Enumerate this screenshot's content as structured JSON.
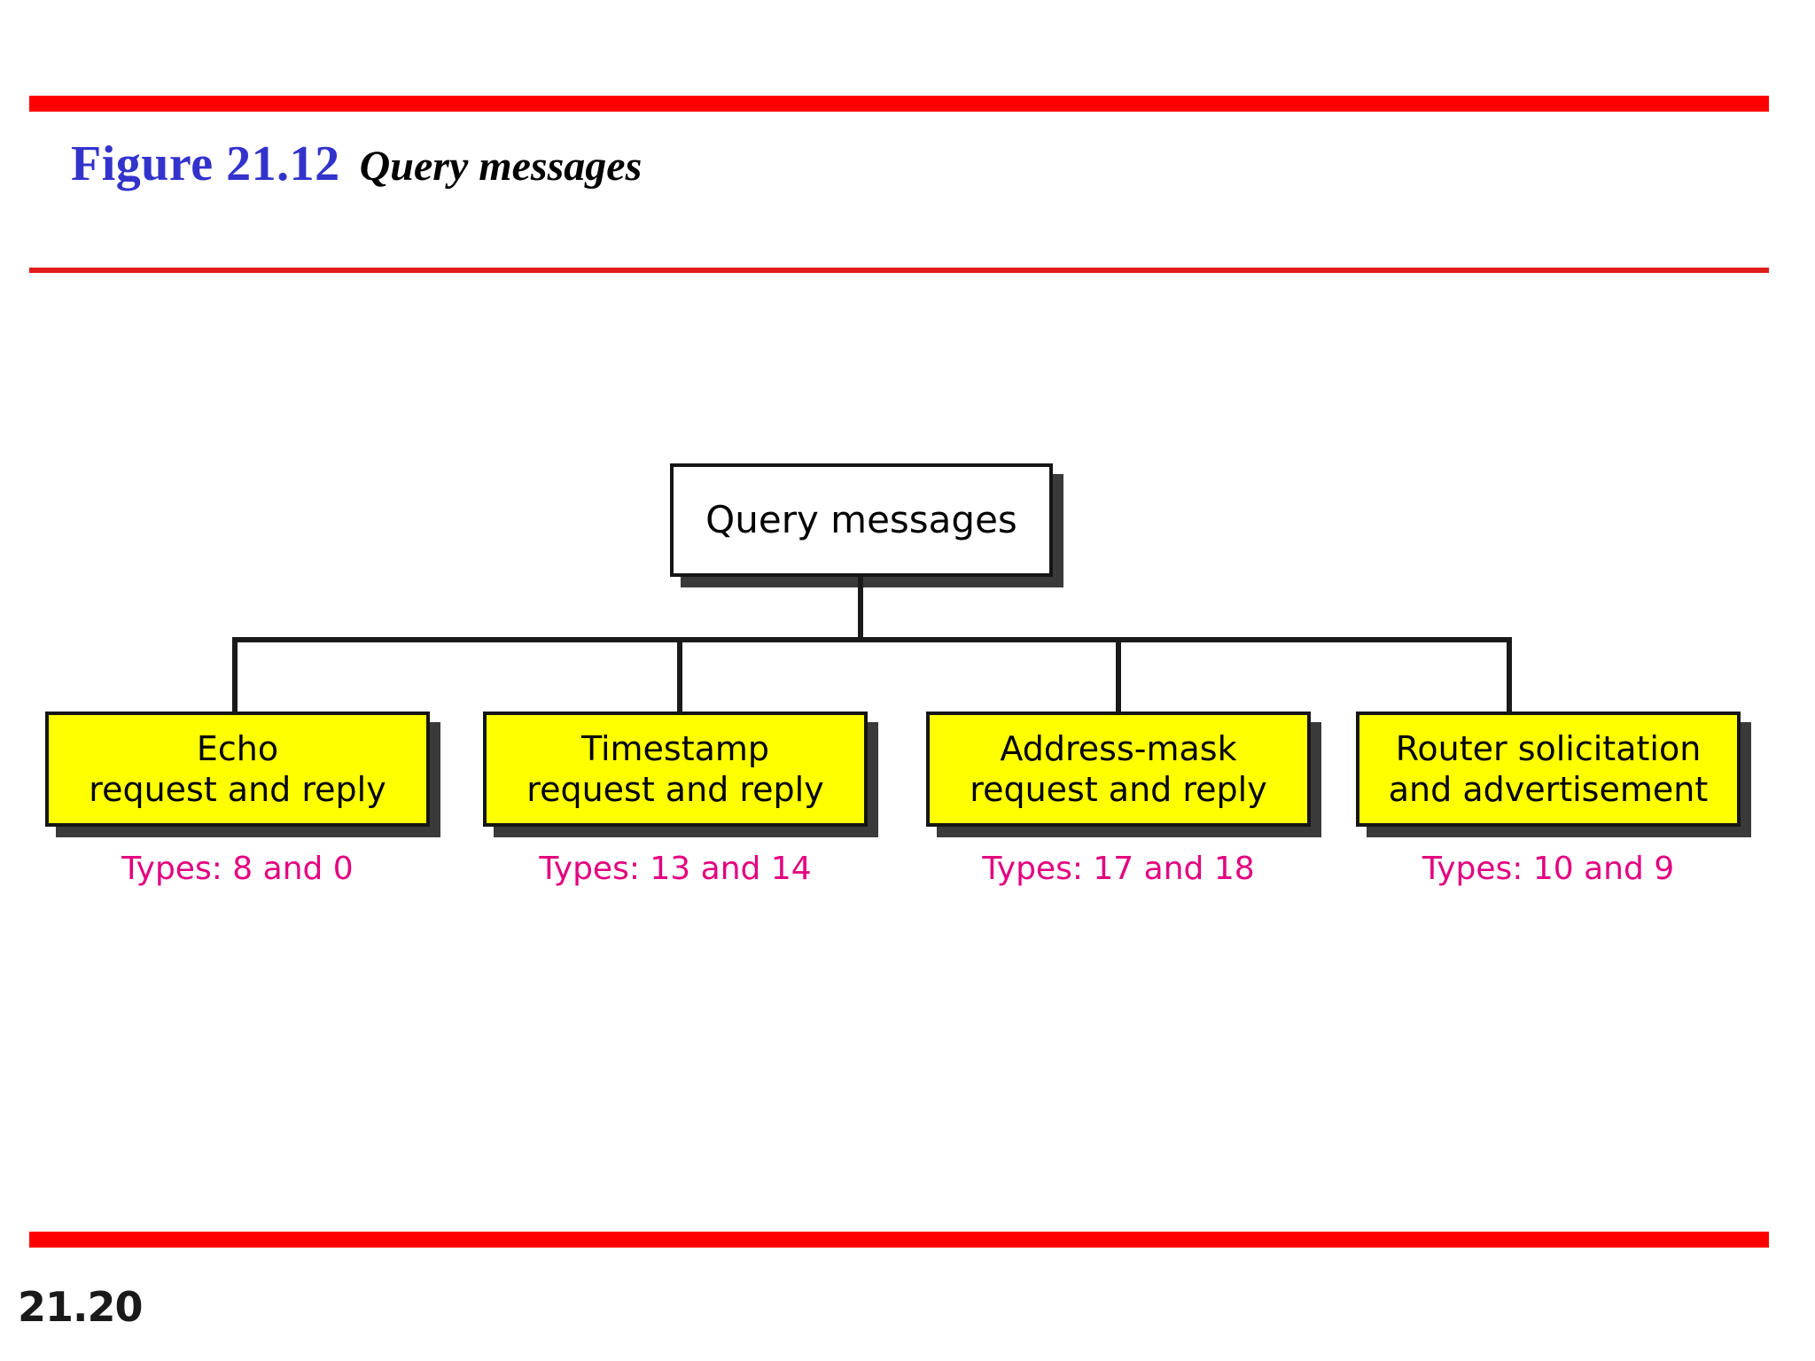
{
  "slide": {
    "figure_number": "Figure 21.12",
    "caption": "Query messages",
    "page_number": "21.20",
    "accent_red": "#ff0000",
    "title_blue": "#3333cc",
    "node_yellow": "#ffff00",
    "types_magenta": "#e2007f"
  },
  "diagram": {
    "root": {
      "label": "Query messages"
    },
    "children": [
      {
        "line1": "Echo",
        "line2": "request and reply",
        "types": "Types: 8 and 0"
      },
      {
        "line1": "Timestamp",
        "line2": "request and reply",
        "types": "Types: 13 and 14"
      },
      {
        "line1": "Address-mask",
        "line2": "request and reply",
        "types": "Types: 17 and 18"
      },
      {
        "line1": "Router solicitation",
        "line2": "and advertisement",
        "types": "Types: 10 and 9"
      }
    ]
  }
}
